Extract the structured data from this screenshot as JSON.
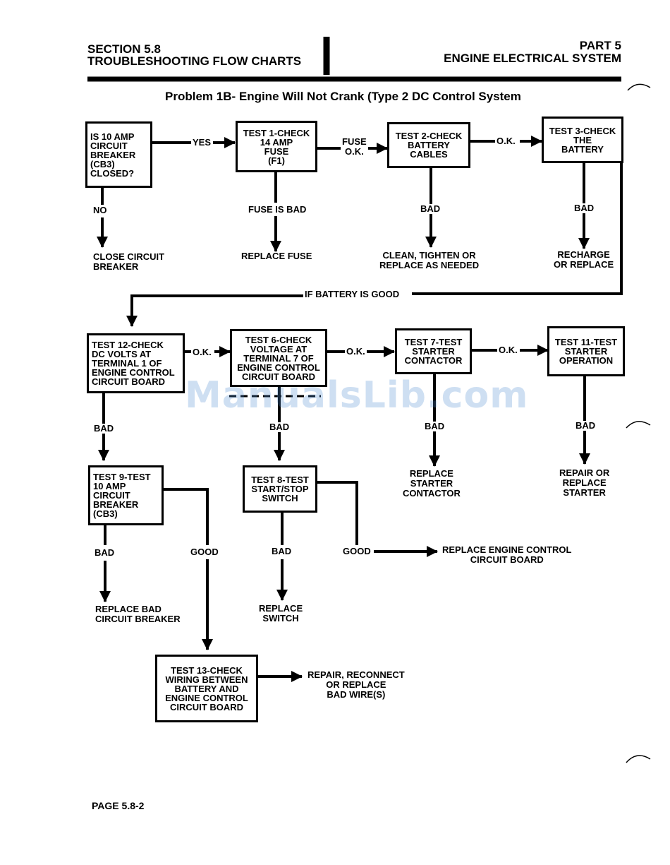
{
  "header": {
    "section": "SECTION 5.8",
    "section_title": "TROUBLESHOOTING FLOW CHARTS",
    "part": "PART 5",
    "part_title": "ENGINE ELECTRICAL SYSTEM"
  },
  "title": "Problem 1B- Engine Will Not Crank (Type 2 DC Control System",
  "boxes": {
    "cb3_closed": [
      "IS 10 AMP",
      "CIRCUIT",
      "BREAKER",
      "(CB3)",
      "CLOSED?"
    ],
    "test1": [
      "TEST 1-CHECK",
      "14 AMP",
      "FUSE",
      "(F1)"
    ],
    "test2": [
      "TEST 2-CHECK",
      "BATTERY",
      "CABLES"
    ],
    "test3": [
      "TEST 3-CHECK",
      "THE",
      "BATTERY"
    ],
    "test12": [
      "TEST 12-CHECK",
      "DC VOLTS AT",
      "TERMINAL 1 OF",
      "ENGINE CONTROL",
      "CIRCUIT BOARD"
    ],
    "test6": [
      "TEST 6-CHECK",
      "VOLTAGE AT",
      "TERMINAL 7 OF",
      "ENGINE CONTROL",
      "CIRCUIT BOARD"
    ],
    "test7": [
      "TEST 7-TEST",
      "STARTER",
      "CONTACTOR"
    ],
    "test11": [
      "TEST 11-TEST",
      "STARTER",
      "OPERATION"
    ],
    "test9": [
      "TEST 9-TEST",
      "10 AMP",
      "CIRCUIT",
      "BREAKER",
      "(CB3)"
    ],
    "test8": [
      "TEST 8-TEST",
      "START/STOP",
      "SWITCH"
    ],
    "test13": [
      "TEST 13-CHECK",
      "WIRING BETWEEN",
      "BATTERY AND",
      "ENGINE CONTROL",
      "CIRCUIT BOARD"
    ]
  },
  "labels": {
    "yes": "YES",
    "no": "NO",
    "fuse_ok": [
      "FUSE",
      "O.K."
    ],
    "ok": "O.K.",
    "fuse_bad": "FUSE IS BAD",
    "bad": "BAD",
    "good": "GOOD",
    "if_battery_good": "IF BATTERY IS GOOD"
  },
  "outcomes": {
    "close_cb": [
      "CLOSE CIRCUIT",
      "BREAKER"
    ],
    "replace_fuse": [
      "REPLACE FUSE"
    ],
    "clean_cables": [
      "CLEAN, TIGHTEN OR",
      "REPLACE AS NEEDED"
    ],
    "recharge": [
      "RECHARGE",
      "OR REPLACE"
    ],
    "replace_contactor": [
      "REPLACE",
      "STARTER",
      "CONTACTOR"
    ],
    "repair_starter": [
      "REPAIR OR",
      "REPLACE",
      "STARTER"
    ],
    "replace_cb": [
      "REPLACE BAD",
      "CIRCUIT BREAKER"
    ],
    "replace_switch": [
      "REPLACE",
      "SWITCH"
    ],
    "replace_board": [
      "REPLACE ENGINE CONTROL",
      "CIRCUIT BOARD"
    ],
    "repair_wires": [
      "REPAIR, RECONNECT",
      "OR REPLACE",
      "BAD WIRE(S)"
    ]
  },
  "watermark": "ManualsLib.com",
  "footer": "PAGE 5.8-2"
}
